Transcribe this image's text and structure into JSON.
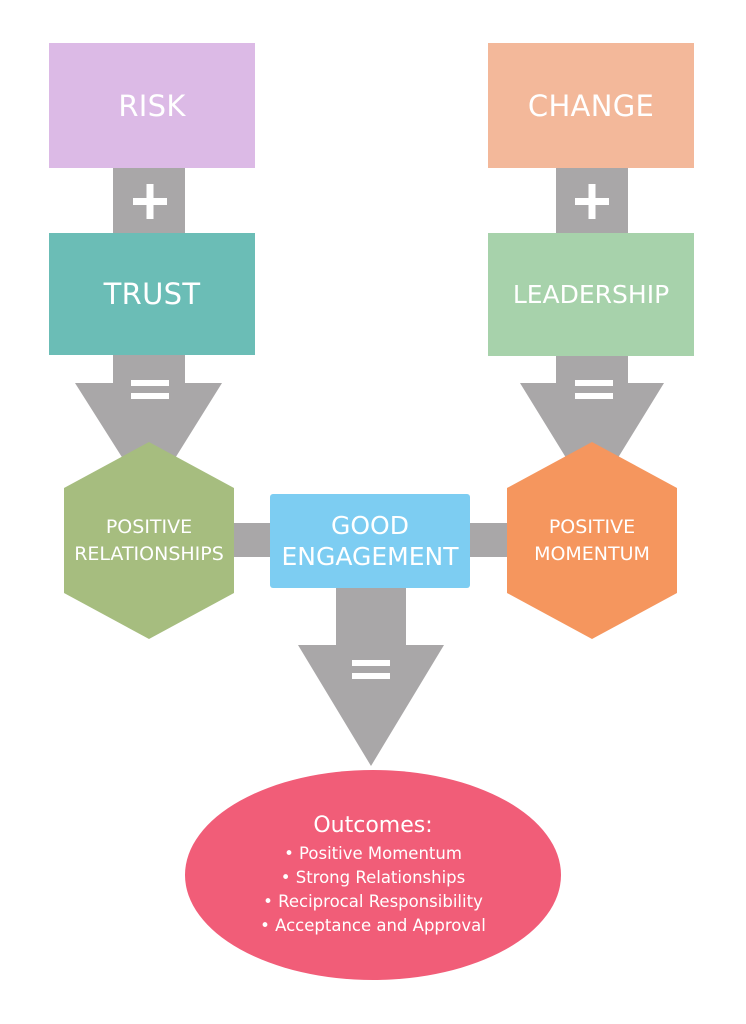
{
  "colors": {
    "risk": "#dcbae6",
    "change": "#f3b89a",
    "trust": "#6bbdb6",
    "leadership": "#a7d2ab",
    "positive_relationships": "#a6bd7f",
    "good_engagement": "#7dcdf2",
    "positive_momentum": "#f5965e",
    "outcomes": "#f15d78",
    "connector": "#a9a7a8"
  },
  "left": {
    "top": "RISK",
    "operator1": "+",
    "middle": "TRUST",
    "operator2": "=",
    "result_line1": "POSITIVE",
    "result_line2": "RELATIONSHIPS"
  },
  "right": {
    "top": "CHANGE",
    "operator1": "+",
    "middle": "LEADERSHIP",
    "operator2": "=",
    "result_line1": "POSITIVE",
    "result_line2": "MOMENTUM"
  },
  "center": {
    "line1": "GOOD",
    "line2": "ENGAGEMENT",
    "operator": "="
  },
  "outcomes": {
    "title": "Outcomes:",
    "items": [
      "Positive Momentum",
      "Strong Relationships",
      "Reciprocal Responsibility",
      "Acceptance and Approval"
    ]
  }
}
